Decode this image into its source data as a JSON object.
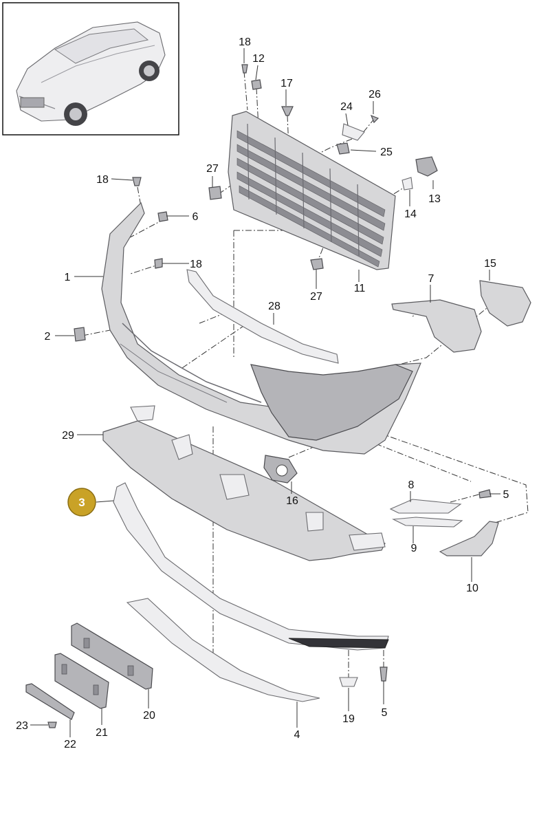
{
  "thumbnail": {
    "label": "vehicle-overview"
  },
  "highlight": {
    "number": "3",
    "color": "#c9a227"
  },
  "callouts": [
    {
      "id": "c18a",
      "text": "18"
    },
    {
      "id": "c12",
      "text": "12"
    },
    {
      "id": "c17",
      "text": "17"
    },
    {
      "id": "c24",
      "text": "24"
    },
    {
      "id": "c26",
      "text": "26"
    },
    {
      "id": "c25",
      "text": "25"
    },
    {
      "id": "c27a",
      "text": "27"
    },
    {
      "id": "c18b",
      "text": "18"
    },
    {
      "id": "c13",
      "text": "13"
    },
    {
      "id": "c14",
      "text": "14"
    },
    {
      "id": "c6",
      "text": "6"
    },
    {
      "id": "c1",
      "text": "1"
    },
    {
      "id": "c18c",
      "text": "18"
    },
    {
      "id": "c15",
      "text": "15"
    },
    {
      "id": "c7",
      "text": "7"
    },
    {
      "id": "c27b",
      "text": "27"
    },
    {
      "id": "c11",
      "text": "11"
    },
    {
      "id": "c28",
      "text": "28"
    },
    {
      "id": "c2",
      "text": "2"
    },
    {
      "id": "c29",
      "text": "29"
    },
    {
      "id": "c8",
      "text": "8"
    },
    {
      "id": "c5a",
      "text": "5"
    },
    {
      "id": "c16",
      "text": "16"
    },
    {
      "id": "c9",
      "text": "9"
    },
    {
      "id": "c10",
      "text": "10"
    },
    {
      "id": "c19",
      "text": "19"
    },
    {
      "id": "c5b",
      "text": "5"
    },
    {
      "id": "c20",
      "text": "20"
    },
    {
      "id": "c23",
      "text": "23"
    },
    {
      "id": "c21",
      "text": "21"
    },
    {
      "id": "c22",
      "text": "22"
    },
    {
      "id": "c4",
      "text": "4"
    }
  ]
}
